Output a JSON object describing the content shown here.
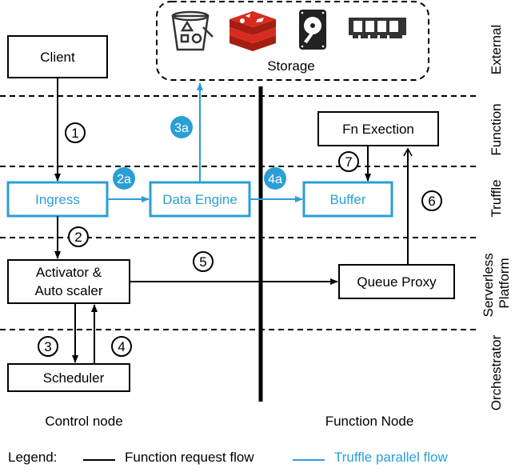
{
  "storage": {
    "label": "Storage",
    "icons": [
      "bucket-shapes-icon",
      "redis-icon",
      "hard-disk-icon",
      "ram-module-icon"
    ]
  },
  "layers": [
    "External",
    "Function",
    "Truffle",
    "Serverless Platform",
    "Orchestrator"
  ],
  "boxes": {
    "client": "Client",
    "ingress": "Ingress",
    "data_engine": "Data Engine",
    "buffer": "Buffer",
    "fn_execution": "Fn Exection",
    "activator_line1": "Activator &",
    "activator_line2": "Auto scaler",
    "queue_proxy": "Queue Proxy",
    "scheduler": "Scheduler"
  },
  "steps": {
    "s1": "1",
    "s2": "2",
    "s3": "3",
    "s4": "4",
    "s5": "5",
    "s6": "6",
    "s7": "7",
    "s2a": "2a",
    "s3a": "3a",
    "s4a": "4a"
  },
  "nodes": {
    "control": "Control node",
    "function": "Function Node"
  },
  "legend": {
    "title": "Legend:",
    "request_flow": "Function request flow",
    "parallel_flow": "Truffle parallel flow"
  },
  "colors": {
    "truffle_blue": "#2a9fd6",
    "black": "#000000"
  }
}
